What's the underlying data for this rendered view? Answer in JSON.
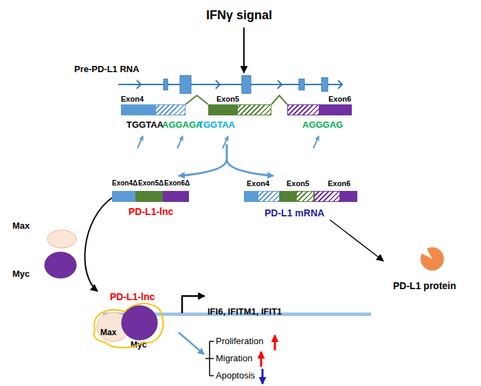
{
  "diagram": {
    "nodes": [
      {
        "text": [
          "Pre-PD-L1 RNA"
        ]
      },
      {
        "text": [
          "Exon4"
        ]
      },
      {
        "text": [
          "Exon5"
        ]
      },
      {
        "text": [
          "Exon6"
        ]
      },
      {
        "text": [
          "Exon4Δ",
          "Exon5Δ",
          "Exon6Δ",
          "PD-L1-lnc"
        ]
      },
      {
        "text": [
          "Exon4",
          "Exon5",
          "Exon6",
          "PD-L1 mRNA"
        ]
      },
      {
        "text": [
          "PD-L1 protein"
        ]
      },
      {
        "text": [
          "Max"
        ]
      },
      {
        "text": [
          "Myc"
        ]
      },
      {
        "text": [
          "PD-L1-lnc"
        ]
      },
      {
        "text": [
          "Max"
        ],
        "in": 9
      },
      {
        "text": [
          "Myc"
        ],
        "in": 9
      }
    ],
    "edges": [
      {
        "from": 1,
        "to": 2,
        "arrow": "none"
      },
      {
        "from": 2,
        "to": 3,
        "arrow": "none"
      },
      {
        "from": 5,
        "to": 6,
        "arrow": "to"
      },
      {
        "from": 4,
        "to": 9,
        "arrow": "to"
      }
    ],
    "labels": [
      "IFNγ signal",
      "TGGTAA",
      "AGGAGA",
      "TGGTAA",
      "AGGGAG",
      "IFI6, IFITM1, IFIT1",
      "Proliferation",
      "Migration",
      "Apoptosis"
    ]
  }
}
